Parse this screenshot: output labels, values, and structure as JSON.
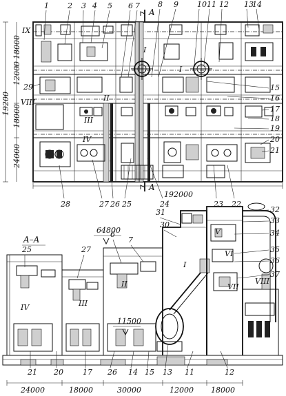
{
  "plan": {
    "callouts_top": [
      "1",
      "2",
      "3",
      "4",
      "5",
      "6",
      "7",
      "8",
      "9",
      "10",
      "11",
      "12",
      "13",
      "14"
    ],
    "callouts_right": [
      "15",
      "16",
      "17",
      "18",
      "19",
      "20",
      "21"
    ],
    "callouts_bottom": [
      "28",
      "27",
      "26",
      "25",
      "24",
      "23",
      "22"
    ],
    "left_callout": "29",
    "romans_left": [
      "IX",
      "VIII"
    ],
    "romans_inside": [
      "I",
      "I",
      "II",
      "III",
      "IV"
    ],
    "section_mark": "A",
    "total_length": "192000",
    "left_dims": [
      "18000",
      "12000",
      "18000",
      "24000"
    ],
    "total_width": "19200"
  },
  "section": {
    "title": "A–A",
    "level_top": "64800",
    "level_mid": "11500",
    "callouts_right": [
      "31",
      "30",
      "32",
      "33",
      "34",
      "35",
      "36",
      "37"
    ],
    "callouts_left": [
      "25",
      "27",
      "6",
      "7"
    ],
    "romans": [
      "I",
      "II",
      "III",
      "IV",
      "V",
      "VI",
      "VII",
      "VIII"
    ],
    "bottom_callouts": [
      "21",
      "20",
      "17",
      "26",
      "14",
      "15",
      "13",
      "11",
      "12"
    ],
    "bottom_dims": [
      "24000",
      "18000",
      "30000",
      "12000",
      "18000"
    ]
  }
}
